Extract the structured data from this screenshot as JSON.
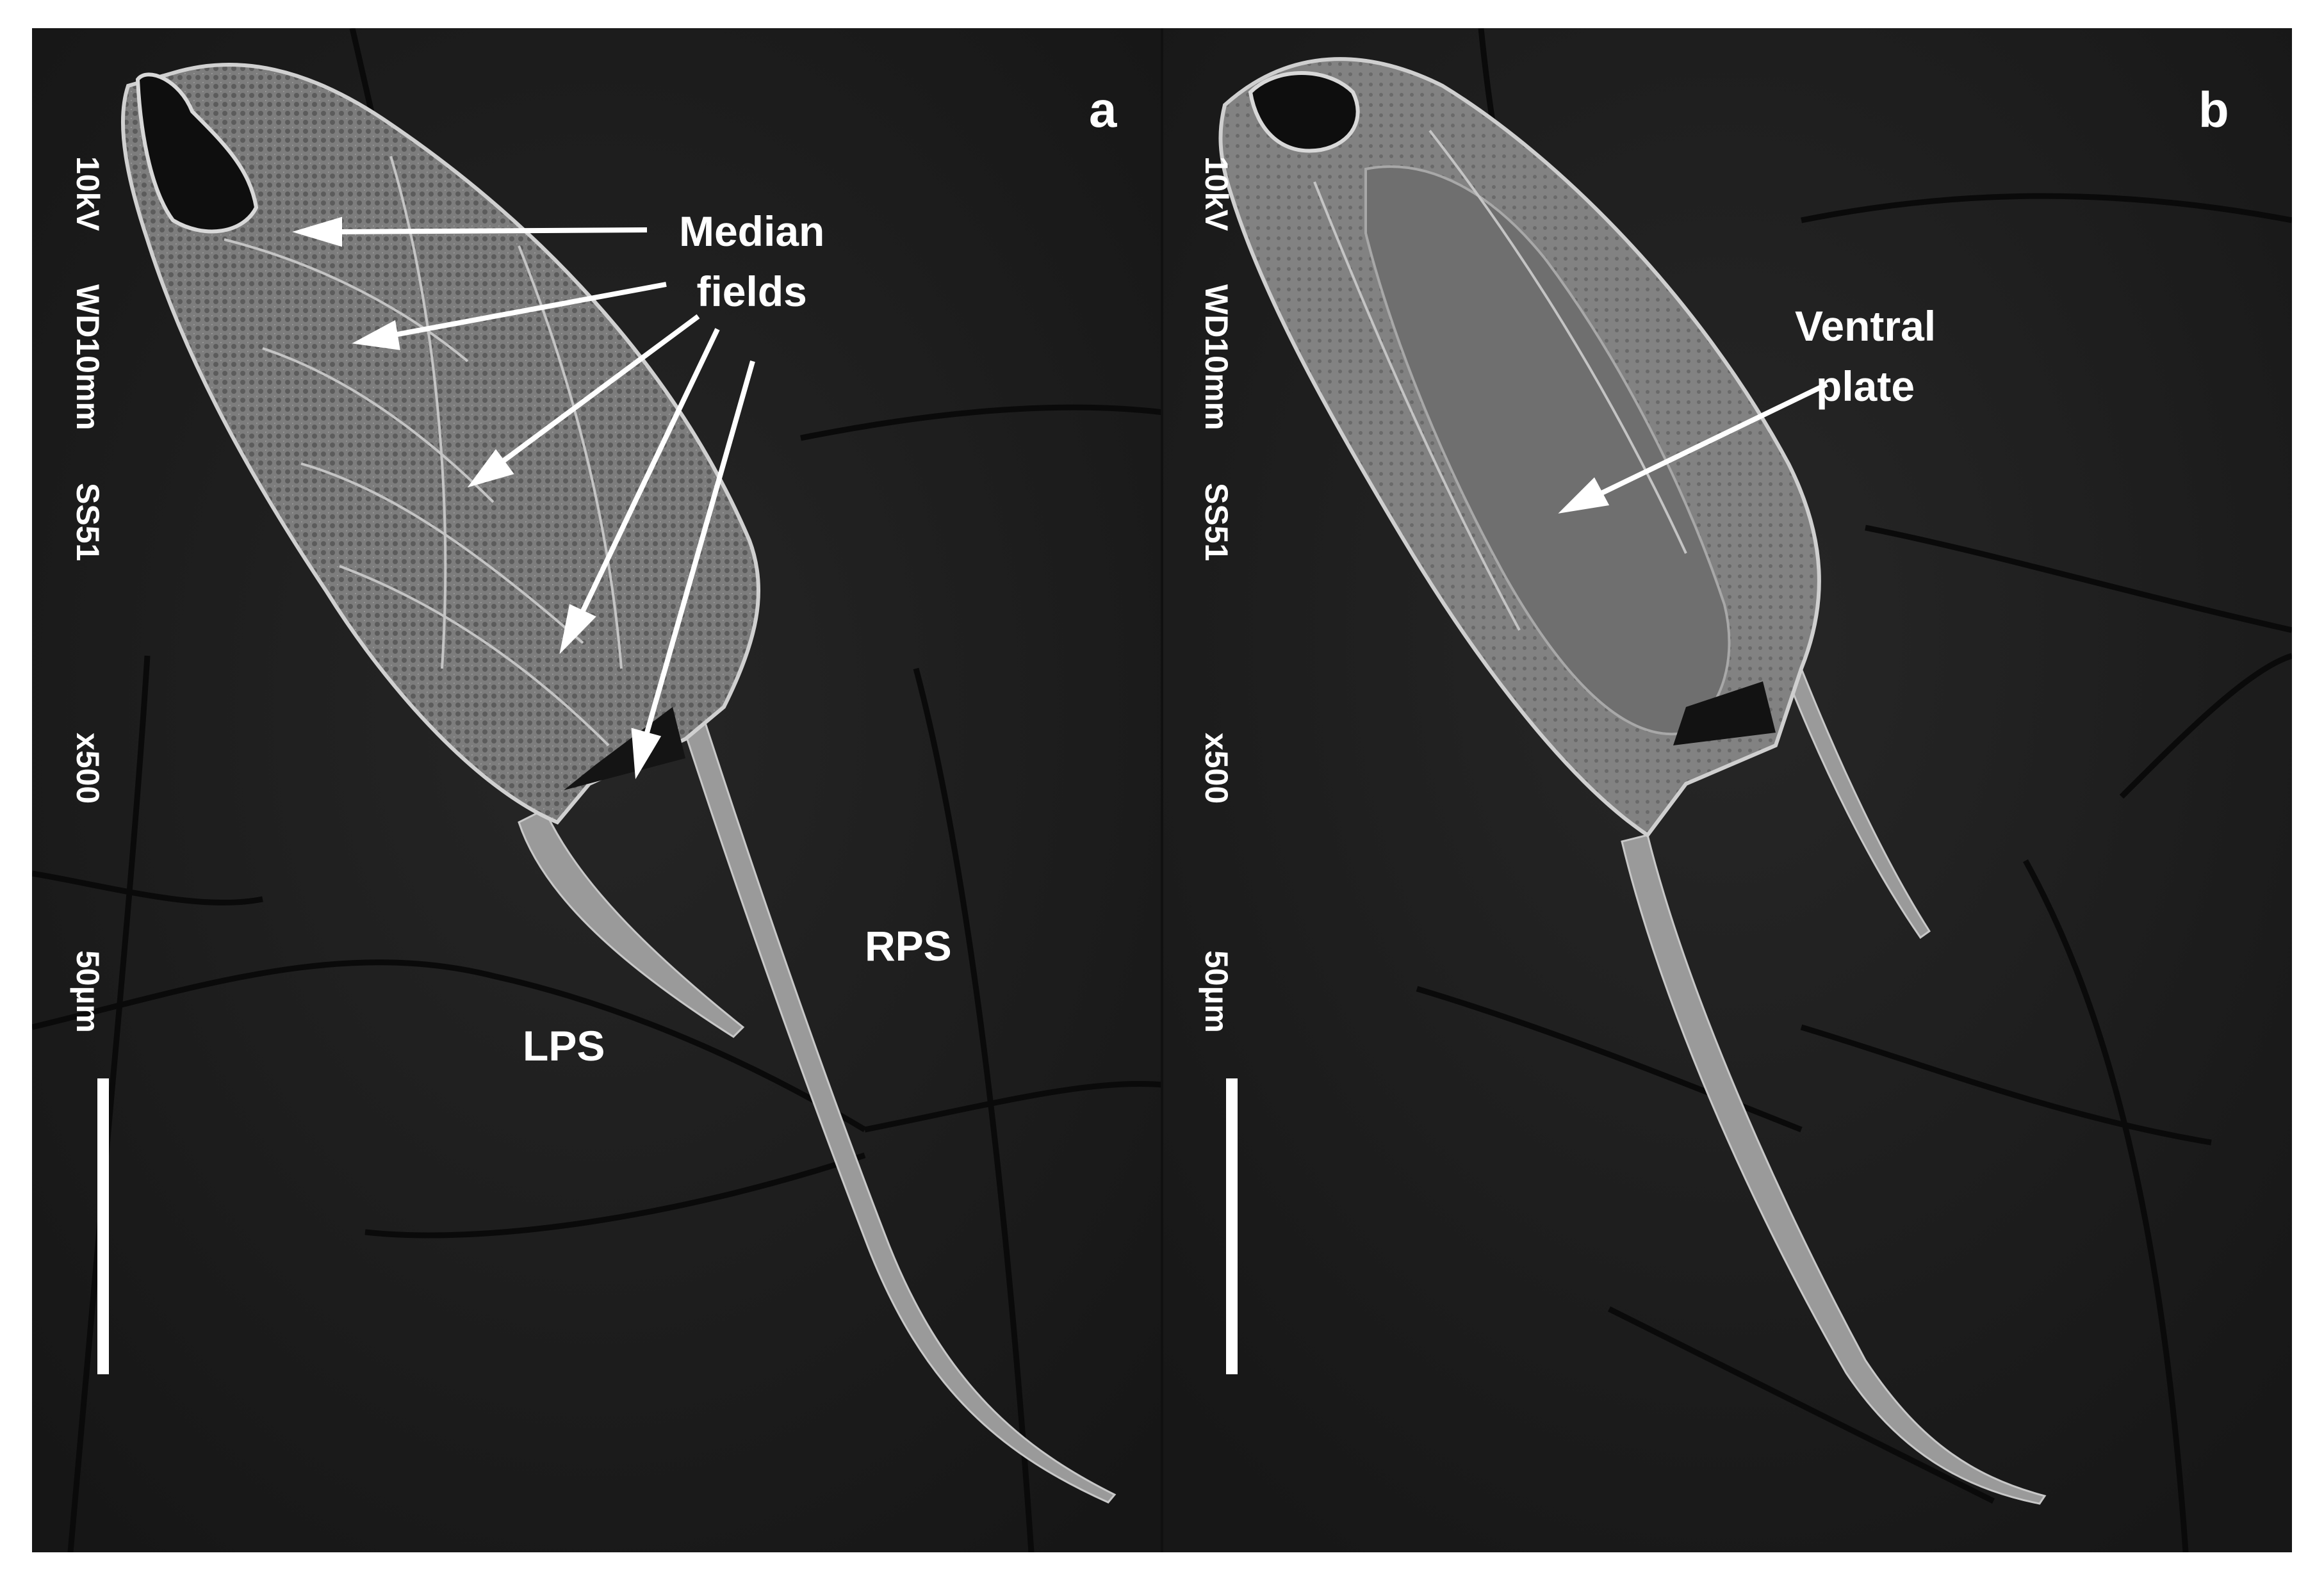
{
  "figure": {
    "panels": [
      {
        "letter": "a",
        "sem_info": {
          "voltage": "10kV",
          "working_distance": "WD10mm",
          "spot_size": "SS51",
          "magnification": "x500",
          "scale": "50µm"
        },
        "labels": {
          "median_line1": "Median",
          "median_line2": "fields",
          "rps": "RPS",
          "lps": "LPS"
        }
      },
      {
        "letter": "b",
        "sem_info": {
          "voltage": "10kV",
          "working_distance": "WD10mm",
          "spot_size": "SS51",
          "magnification": "x500",
          "scale": "50µm"
        },
        "labels": {
          "ventral_line1": "Ventral",
          "ventral_line2": "plate"
        }
      }
    ],
    "colors": {
      "background": "#1c1c1c",
      "cell": "#8a8a8a",
      "text": "#ffffff"
    }
  }
}
